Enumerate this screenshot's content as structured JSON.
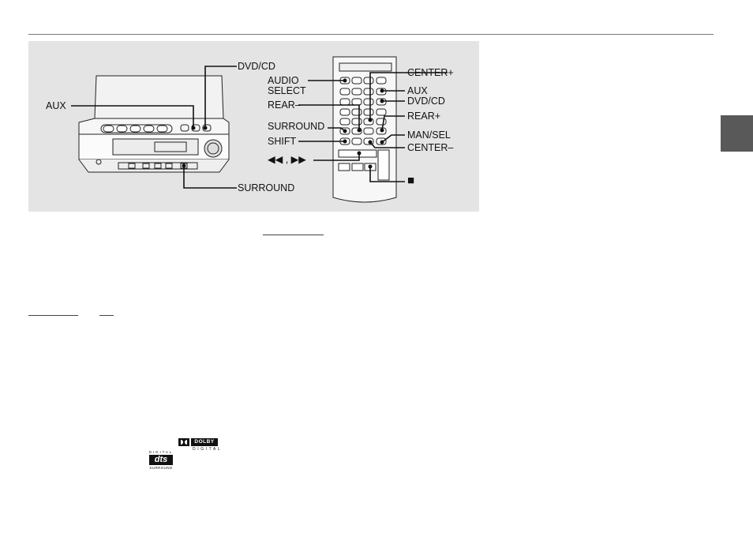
{
  "labels": {
    "dvd_cd_top": "DVD/CD",
    "aux_left": "AUX",
    "surround_bottom": "SURROUND",
    "audio_select_line1": "AUDIO",
    "audio_select_line2": "SELECT",
    "rear_minus": "REAR–",
    "surround_mid": "SURROUND",
    "shift": "SHIFT",
    "skip": "◀◀ , ▶▶",
    "center_plus": "CENTER+",
    "aux_right": "AUX",
    "dvd_cd_right": "DVD/CD",
    "rear_plus": "REAR+",
    "man_sel": "MAN/SEL",
    "center_minus": "CENTER–",
    "stop": "■"
  },
  "logos": {
    "dolby_text": "DOLBY",
    "dolby_sub": "DIGITAL",
    "dts_top": "DIGITAL",
    "dts_main": "dts",
    "dts_bottom": "SURROUND"
  },
  "colors": {
    "panel": "#e4e4e4",
    "tab": "#595959"
  }
}
